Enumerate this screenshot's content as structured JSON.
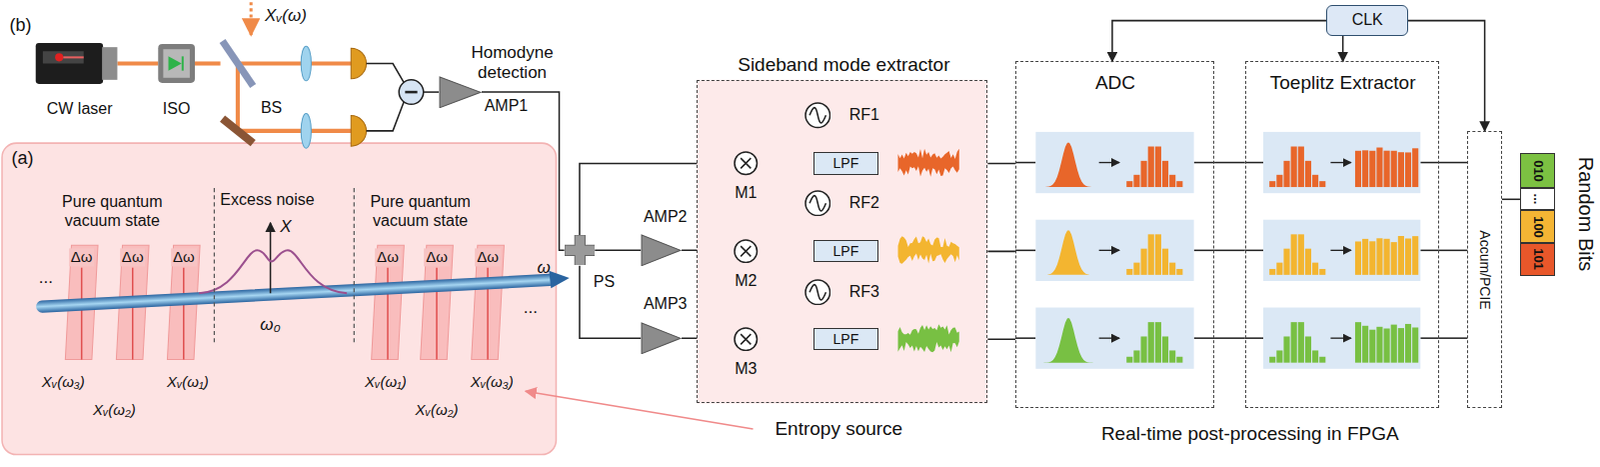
{
  "diagram": {
    "nodes": [
      {
        "text": [
          "CW laser"
        ]
      },
      {
        "text": [
          "ISO"
        ]
      },
      {
        "text": [
          "BS"
        ]
      },
      {
        "text": [
          "AMP1"
        ]
      },
      {
        "text": [
          "PS"
        ]
      },
      {
        "text": [
          "AMP2"
        ]
      },
      {
        "text": [
          "AMP3"
        ]
      },
      {
        "text": [
          "Sideband mode extractor"
        ]
      },
      {
        "text": [
          "M1"
        ],
        "in": 7
      },
      {
        "text": [
          "RF1"
        ],
        "in": 7
      },
      {
        "text": [
          "LPF"
        ],
        "in": 7
      },
      {
        "text": [
          "M2"
        ],
        "in": 7
      },
      {
        "text": [
          "RF2"
        ],
        "in": 7
      },
      {
        "text": [
          "LPF"
        ],
        "in": 7
      },
      {
        "text": [
          "M3"
        ],
        "in": 7
      },
      {
        "text": [
          "RF3"
        ],
        "in": 7
      },
      {
        "text": [
          "LPF"
        ],
        "in": 7
      },
      {
        "text": [
          "ADC"
        ]
      },
      {
        "text": [
          "Toeplitz Extractor"
        ]
      },
      {
        "text": [
          "CLK"
        ]
      },
      {
        "text": [
          "Accum/PCIE"
        ]
      },
      {
        "text": [
          "010"
        ]
      },
      {
        "text": [
          "..."
        ]
      },
      {
        "text": [
          "100"
        ]
      },
      {
        "text": [
          "101"
        ]
      },
      {
        "text": [
          "(a)"
        ]
      }
    ],
    "edges": [
      {
        "from": 0,
        "to": 1,
        "arrow": "none"
      },
      {
        "from": 1,
        "to": 2,
        "arrow": "none"
      },
      {
        "from": 3,
        "to": 4,
        "arrow": "none"
      },
      {
        "from": 4,
        "to": 8,
        "arrow": "none"
      },
      {
        "from": 4,
        "to": 5,
        "arrow": "none"
      },
      {
        "from": 5,
        "to": 11,
        "arrow": "none"
      },
      {
        "from": 4,
        "to": 6,
        "arrow": "none"
      },
      {
        "from": 6,
        "to": 14,
        "arrow": "none"
      },
      {
        "from": 9,
        "to": 8,
        "arrow": "to"
      },
      {
        "from": 12,
        "to": 11,
        "arrow": "to"
      },
      {
        "from": 15,
        "to": 14,
        "arrow": "to"
      },
      {
        "from": 8,
        "to": 10,
        "arrow": "none"
      },
      {
        "from": 11,
        "to": 13,
        "arrow": "none"
      },
      {
        "from": 14,
        "to": 16,
        "arrow": "none"
      },
      {
        "from": 10,
        "to": 17,
        "arrow": "none"
      },
      {
        "from": 13,
        "to": 17,
        "arrow": "none"
      },
      {
        "from": 16,
        "to": 17,
        "arrow": "none"
      },
      {
        "from": 17,
        "to": 18,
        "arrow": "none"
      },
      {
        "from": 17,
        "to": 18,
        "arrow": "none"
      },
      {
        "from": 17,
        "to": 18,
        "arrow": "none"
      },
      {
        "from": 18,
        "to": 20,
        "arrow": "none"
      },
      {
        "from": 18,
        "to": 20,
        "arrow": "none"
      },
      {
        "from": 18,
        "to": 20,
        "arrow": "none"
      },
      {
        "from": 20,
        "to": 22,
        "arrow": "none"
      },
      {
        "from": 19,
        "to": 17,
        "arrow": "to"
      },
      {
        "from": 19,
        "to": 18,
        "arrow": "to"
      },
      {
        "from": 19,
        "to": 20,
        "arrow": "to"
      }
    ],
    "labels": [
      "(b)",
      "Xᵥ(ω)",
      "Homodyne detection",
      "Pure quantum vacuum state",
      "Excess noise",
      "X",
      "Pure quantum vacuum state",
      "Δω",
      "Δω",
      "Δω",
      "Δω",
      "Δω",
      "Δω",
      "ω",
      "ω₀",
      "...",
      "...",
      "Xᵥ(ω₃)",
      "Xᵥ(ω₂)",
      "Xᵥ(ω₁)",
      "Xᵥ(ω₁)",
      "Xᵥ(ω₂)",
      "Xᵥ(ω₃)",
      "Entropy source",
      "Real-time post-processing in FPGA",
      "Random Bits"
    ]
  }
}
